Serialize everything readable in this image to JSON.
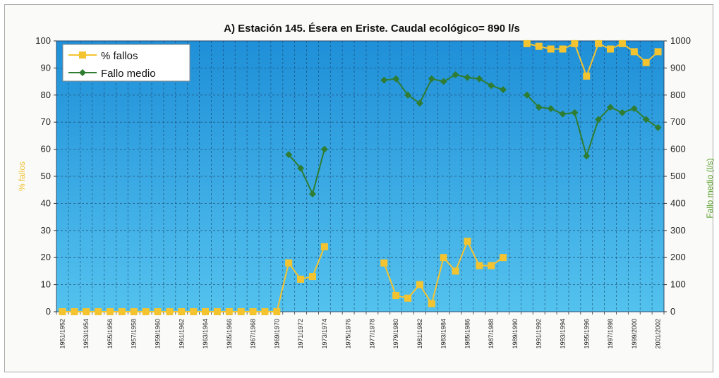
{
  "chart_data": {
    "type": "line",
    "title": "A) Estación 145. Ésera en Eriste. Caudal ecológico= 890 l/s",
    "ylabel": "% fallos",
    "y2label": "Fallo medio (l/s)",
    "ylim": [
      0,
      100
    ],
    "y2lim": [
      0,
      1000
    ],
    "yticks": [
      "0",
      "10",
      "20",
      "30",
      "40",
      "50",
      "60",
      "70",
      "80",
      "90",
      "100"
    ],
    "y2ticks": [
      "0",
      "100",
      "200",
      "300",
      "400",
      "500",
      "600",
      "700",
      "800",
      "900",
      "1000"
    ],
    "legend_position": "top-left",
    "grid": true,
    "colors": {
      "plot_bg_top": "#1f8fd8",
      "plot_bg_bottom": "#54c2ee",
      "pct_series": "#f4c430",
      "fallo_series": "#2e7d32",
      "grid": "#1b3f66"
    },
    "x_labels": [
      "1951/1952",
      "1953/1954",
      "1955/1956",
      "1957/1958",
      "1959/1960",
      "1961/1962",
      "1963/1964",
      "1965/1966",
      "1967/1968",
      "1969/1970",
      "1971/1972",
      "1973/1974",
      "1975/1976",
      "1977/1978",
      "1979/1980",
      "1981/1982",
      "1983/1984",
      "1985/1986",
      "1987/1988",
      "1989/1990",
      "1991/1992",
      "1993/1994",
      "1995/1996",
      "1997/1998",
      "1999/2000",
      "2001/2002"
    ],
    "series": [
      {
        "name": "% fallos",
        "axis": "left",
        "points": [
          [
            0,
            0
          ],
          [
            1,
            0
          ],
          [
            2,
            0
          ],
          [
            3,
            0
          ],
          [
            4,
            0
          ],
          [
            5,
            0
          ],
          [
            6,
            0
          ],
          [
            7,
            0
          ],
          [
            8,
            0
          ],
          [
            9,
            0
          ],
          [
            10,
            0
          ],
          [
            11,
            0
          ],
          [
            12,
            0
          ],
          [
            13,
            0
          ],
          [
            14,
            0
          ],
          [
            15,
            0
          ],
          [
            16,
            0
          ],
          [
            17,
            0
          ],
          [
            18,
            0
          ],
          [
            19,
            18
          ],
          [
            20,
            12
          ],
          [
            21,
            13
          ],
          [
            22,
            24
          ],
          null,
          [
            27,
            18
          ],
          [
            28,
            6
          ],
          [
            29,
            5
          ],
          [
            30,
            10
          ],
          [
            31,
            3
          ],
          [
            32,
            20
          ],
          [
            33,
            15
          ],
          [
            34,
            26
          ],
          [
            35,
            17
          ],
          [
            36,
            17
          ],
          [
            37,
            20
          ],
          null,
          [
            39,
            99
          ],
          [
            40,
            98
          ],
          [
            41,
            97
          ],
          [
            42,
            97
          ],
          [
            43,
            99
          ],
          [
            44,
            87
          ],
          [
            45,
            99
          ],
          [
            46,
            97
          ],
          [
            47,
            99
          ],
          [
            48,
            96
          ],
          [
            49,
            92
          ],
          [
            50,
            96
          ]
        ]
      },
      {
        "name": "Fallo medio",
        "axis": "right",
        "points": [
          [
            19,
            580
          ],
          [
            20,
            530
          ],
          [
            21,
            435
          ],
          [
            22,
            600
          ],
          null,
          [
            27,
            855
          ],
          [
            28,
            860
          ],
          [
            29,
            800
          ],
          [
            30,
            770
          ],
          [
            31,
            860
          ],
          [
            32,
            850
          ],
          [
            33,
            875
          ],
          [
            34,
            865
          ],
          [
            35,
            860
          ],
          [
            36,
            835
          ],
          [
            37,
            820
          ],
          null,
          [
            39,
            800
          ],
          [
            40,
            755
          ],
          [
            41,
            750
          ],
          [
            42,
            730
          ],
          [
            43,
            735
          ],
          [
            44,
            575
          ],
          [
            45,
            710
          ],
          [
            46,
            755
          ],
          [
            47,
            735
          ],
          [
            48,
            750
          ],
          [
            49,
            710
          ],
          [
            50,
            680
          ]
        ]
      }
    ]
  }
}
